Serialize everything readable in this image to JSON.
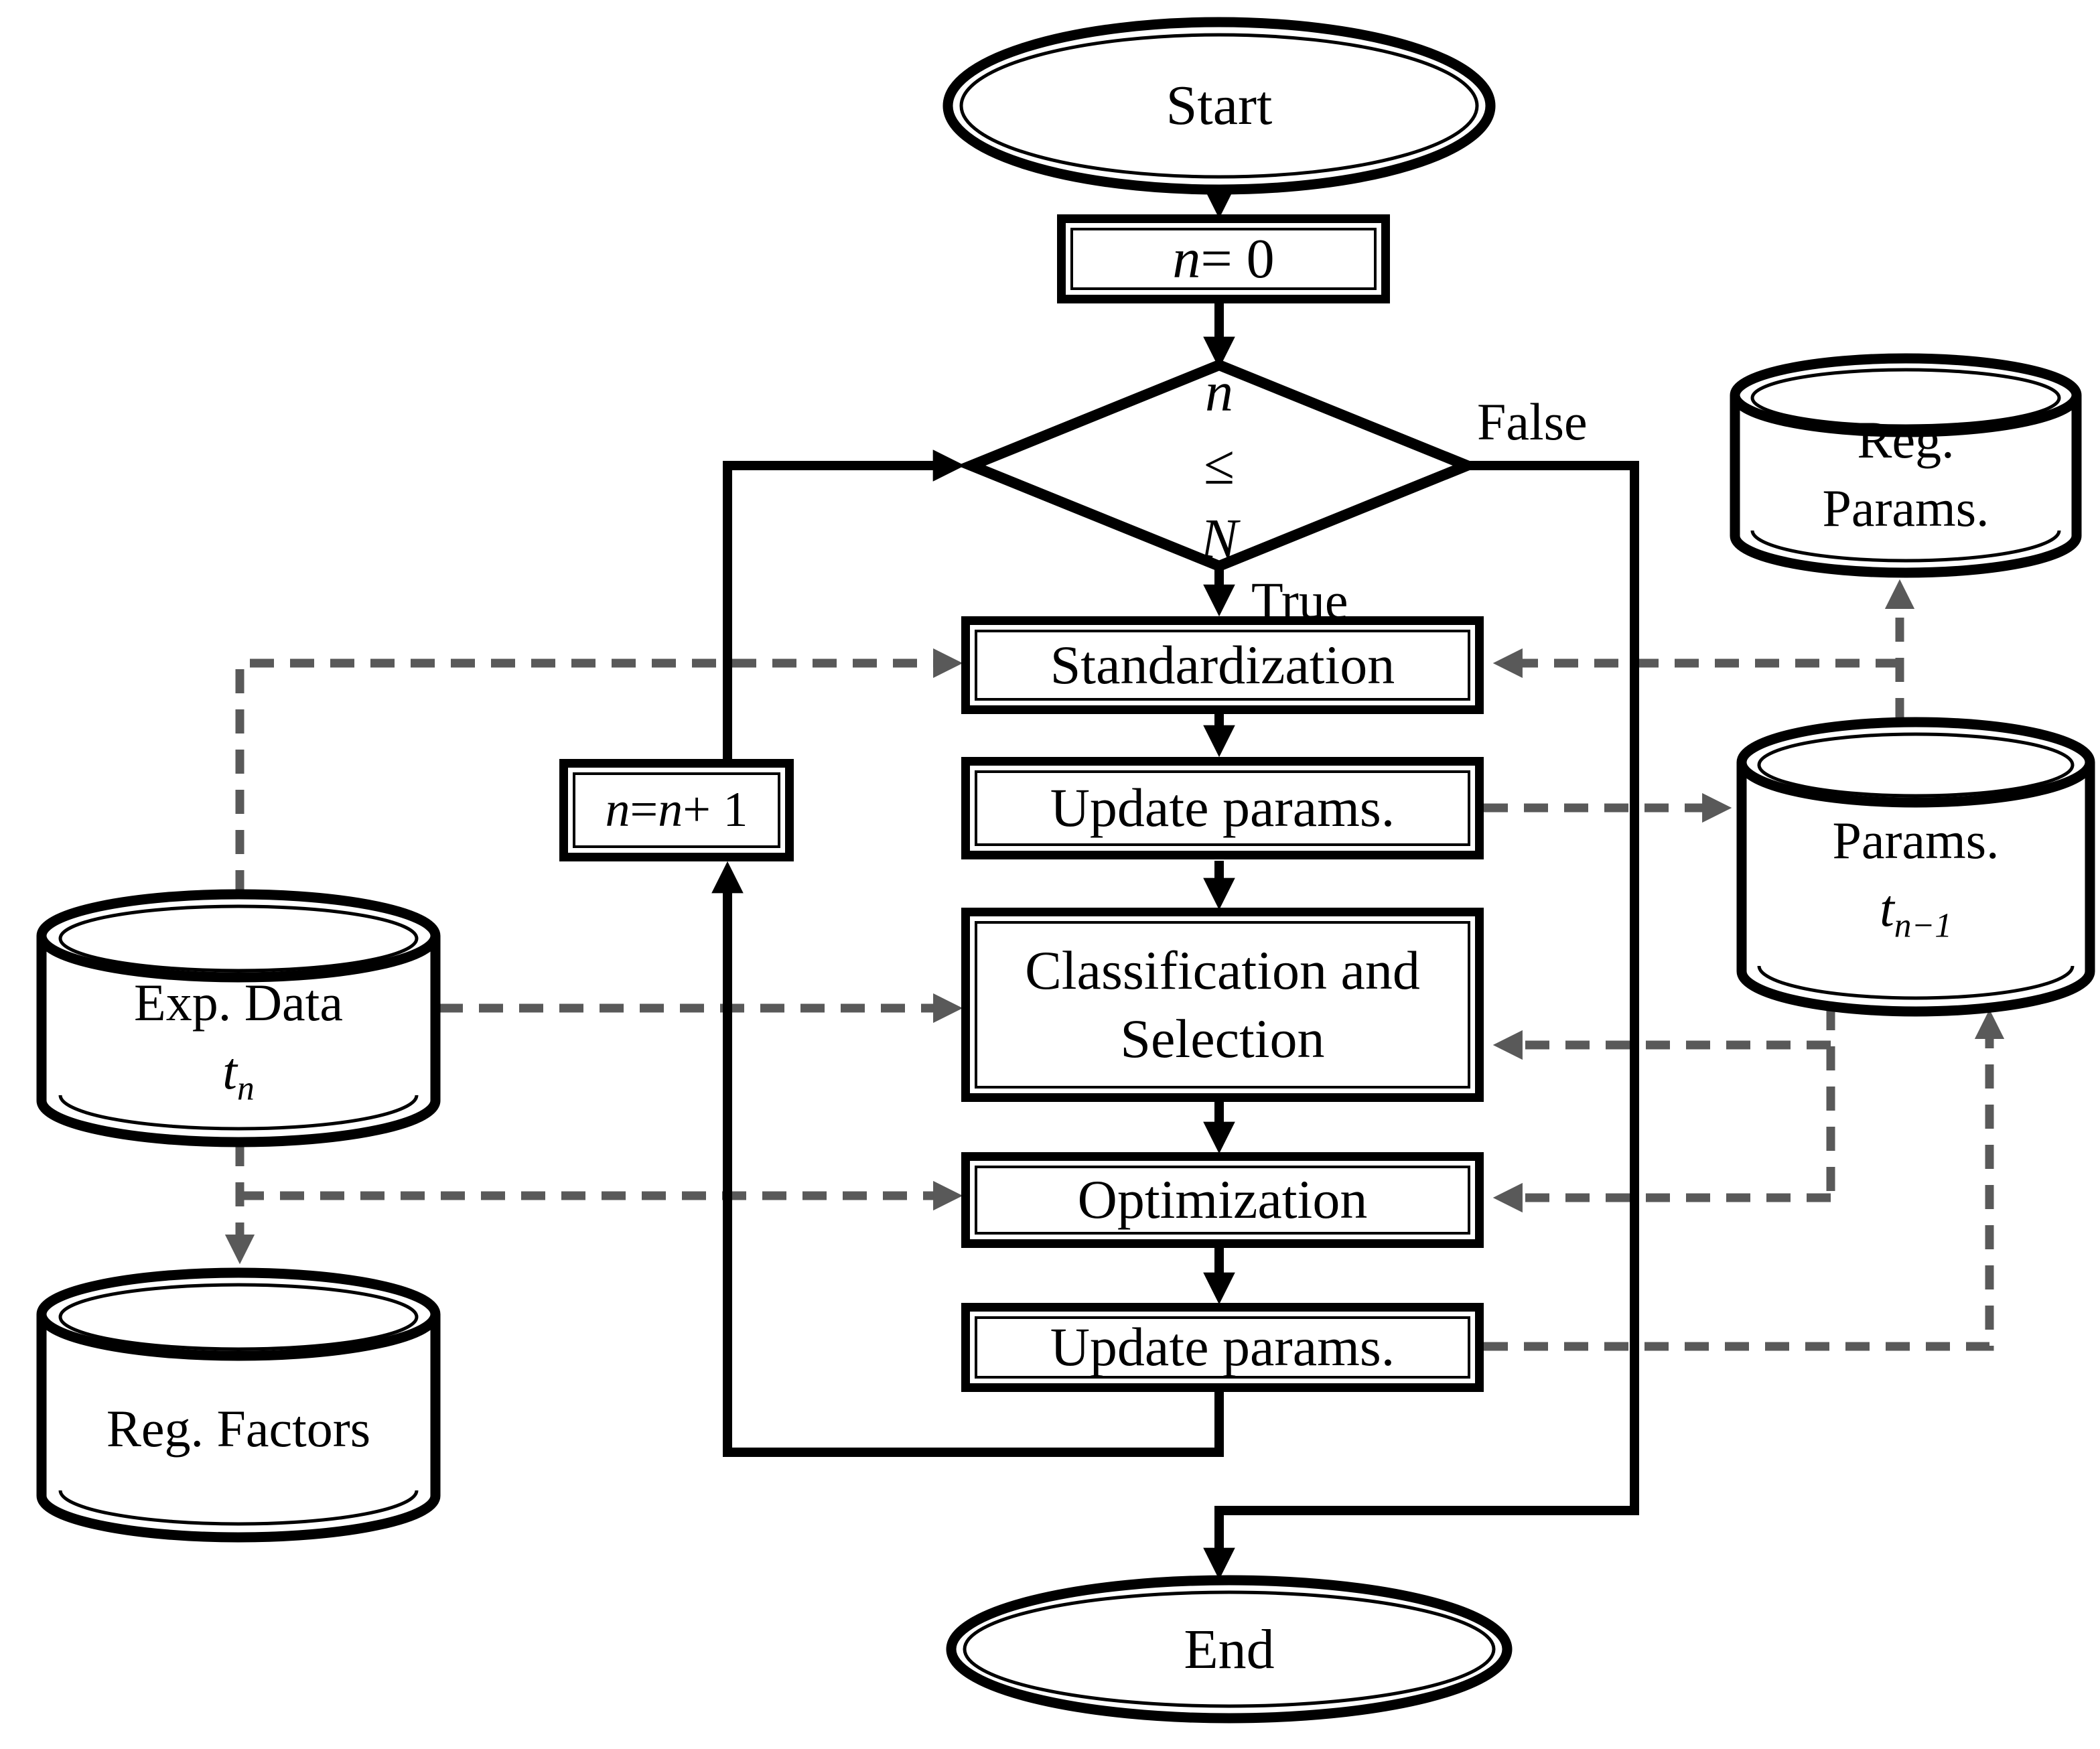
{
  "diagram": {
    "colors": {
      "solid_line": "#000000",
      "dashed_line": "#595959",
      "background": "#ffffff",
      "text": "#000000"
    },
    "nodes": {
      "start": {
        "label": "Start"
      },
      "init": {
        "label": "n = 0"
      },
      "decision": {
        "label": "n ≤ N",
        "true_label": "True",
        "false_label": "False"
      },
      "standardization": {
        "label": "Standardization"
      },
      "update_params_top": {
        "label": "Update params."
      },
      "classification": {
        "label_line1": "Classification and",
        "label_line2": "Selection"
      },
      "optimization": {
        "label": "Optimization"
      },
      "update_params_bottom": {
        "label": "Update params."
      },
      "increment": {
        "label": "n = n + 1"
      },
      "end": {
        "label": "End"
      }
    },
    "datastores": {
      "reg_params": {
        "label_line1": "Reg.",
        "label_line2": "Params."
      },
      "params_prev": {
        "label_line1": "Params.",
        "var": "t",
        "subscript": "n−1"
      },
      "exp_data": {
        "label_line1": "Exp. Data",
        "var": "t",
        "subscript": "n"
      },
      "reg_factors": {
        "label_line1": "Reg. Factors"
      }
    }
  }
}
